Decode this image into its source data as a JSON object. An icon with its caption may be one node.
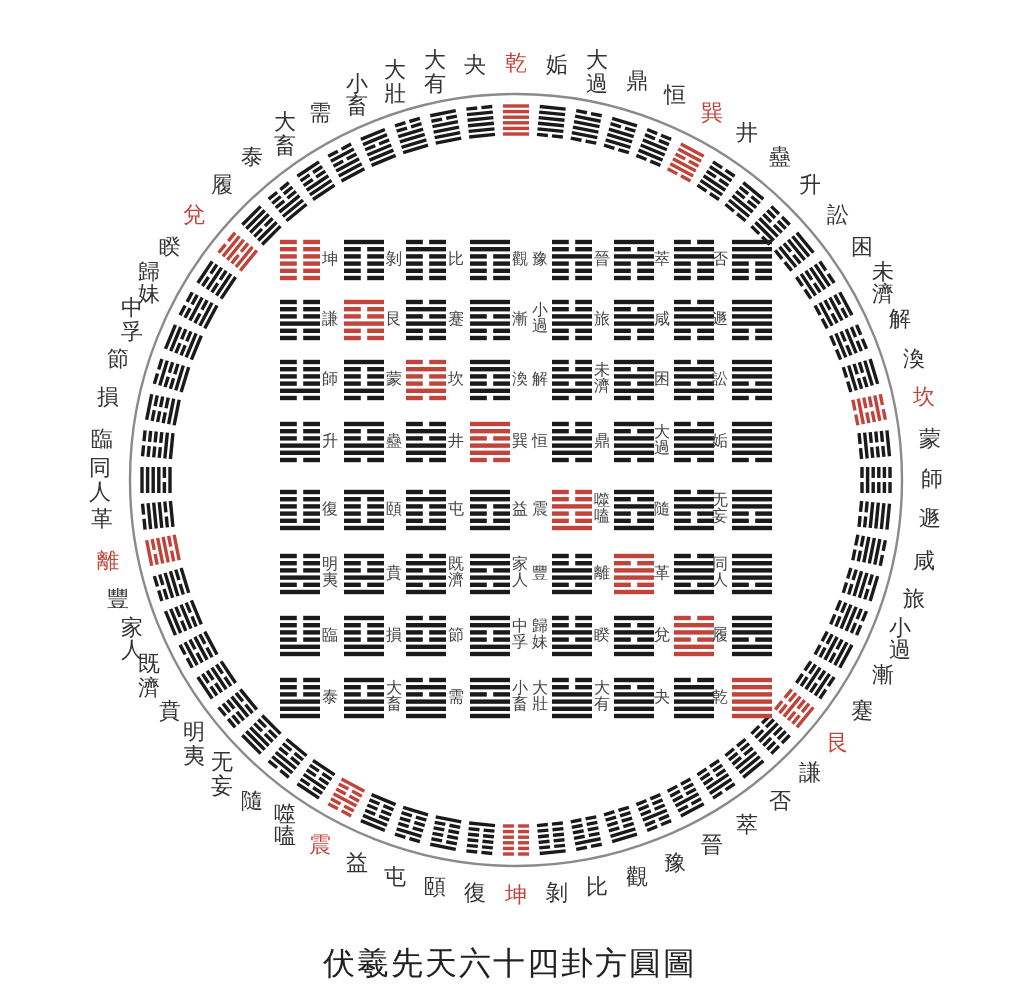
{
  "diagram": {
    "title": "伏羲先天六十四卦方圓圖",
    "labels": [
      "同人",
      "臨",
      "損",
      "節",
      "中孚",
      "歸妹",
      "睽",
      "兌",
      "履",
      "泰",
      "大畜",
      "需",
      "小畜",
      "大壯",
      "大有",
      "夬",
      "乾",
      "姤",
      "大過",
      "鼎",
      "恒",
      "巽",
      "井",
      "蠱",
      "升",
      "訟",
      "困",
      "未濟",
      "解",
      "渙",
      "坎",
      "蒙",
      "師",
      "革",
      "離",
      "豐",
      "家人",
      "既濟",
      "賁",
      "明夷",
      "无妄",
      "隨",
      "噬嗑",
      "震",
      "益",
      "屯",
      "頤",
      "復",
      "坤",
      "剝",
      "比",
      "觀",
      "豫",
      "晉",
      "萃",
      "否",
      "謙",
      "艮",
      "蹇",
      "漸",
      "小過",
      "旅",
      "咸",
      "遯",
      "坤",
      "剝",
      "比",
      "觀",
      "豫",
      "晉",
      "萃",
      "否",
      "謙",
      "艮",
      "蹇",
      "漸",
      "小過",
      "旅",
      "咸",
      "遯",
      "師",
      "蒙",
      "坎",
      "渙",
      "解",
      "未濟",
      "困",
      "訟",
      "升",
      "蠱",
      "井",
      "巽",
      "恒",
      "鼎",
      "大過",
      "姤",
      "復",
      "頤",
      "屯",
      "益",
      "震",
      "噬嗑",
      "隨",
      "无妄",
      "明夷",
      "賁",
      "既濟",
      "家人",
      "豐",
      "離",
      "革",
      "同人",
      "臨",
      "損",
      "節",
      "中孚",
      "歸妹",
      "睽",
      "兌",
      "履",
      "泰",
      "大畜",
      "需",
      "小畜",
      "大壯",
      "大有",
      "夬",
      "乾"
    ]
  }
}
